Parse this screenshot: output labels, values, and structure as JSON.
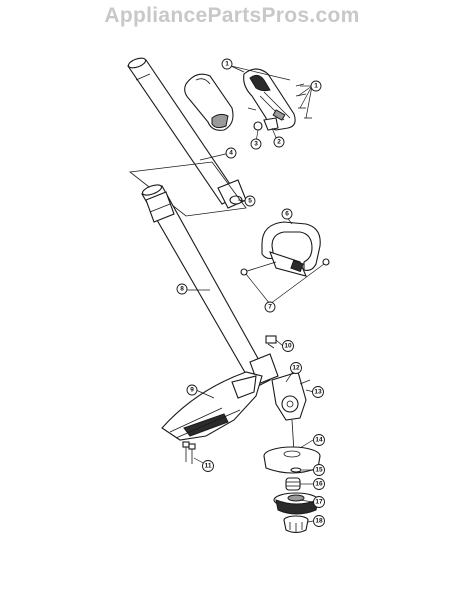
{
  "watermark": "AppliancePartsPros.com",
  "callouts": [
    "1",
    "1",
    "2",
    "3",
    "4",
    "5",
    "6",
    "7",
    "8",
    "9",
    "10",
    "11",
    "12",
    "13",
    "14",
    "15",
    "16",
    "17",
    "18"
  ]
}
